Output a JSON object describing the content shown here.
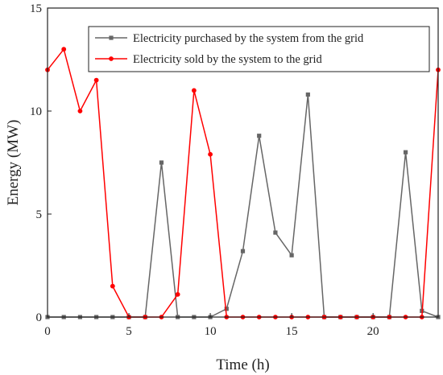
{
  "chart_data": {
    "type": "line",
    "xlabel": "Time (h)",
    "ylabel": "Energy (MW)",
    "xlim": [
      0,
      24
    ],
    "ylim": [
      0,
      15
    ],
    "xticks": [
      0,
      5,
      10,
      15,
      20
    ],
    "yticks": [
      0,
      5,
      10,
      15
    ],
    "x": [
      0,
      1,
      2,
      3,
      4,
      5,
      6,
      7,
      8,
      9,
      10,
      11,
      12,
      13,
      14,
      15,
      16,
      17,
      18,
      19,
      20,
      21,
      22,
      23,
      24
    ],
    "legend_position": "top-right",
    "grid": false,
    "series": [
      {
        "name": "Electricity purchased by the system from the grid",
        "color": "#666666",
        "marker": "square",
        "values": [
          0,
          0,
          0,
          0,
          0,
          0,
          0,
          7.5,
          0,
          0,
          0,
          0.4,
          3.2,
          8.8,
          4.1,
          3.0,
          10.8,
          0,
          0,
          0,
          0,
          0,
          8.0,
          0.3,
          0
        ]
      },
      {
        "name": "Electricity sold by the system to the grid",
        "color": "#ff0000",
        "marker": "circle",
        "values": [
          12.0,
          13.0,
          10.0,
          11.5,
          1.5,
          0,
          0,
          0,
          1.1,
          11.0,
          7.9,
          0,
          0,
          0,
          0,
          0,
          0,
          0,
          0,
          0,
          0,
          0,
          0,
          0,
          12.0
        ]
      }
    ]
  }
}
